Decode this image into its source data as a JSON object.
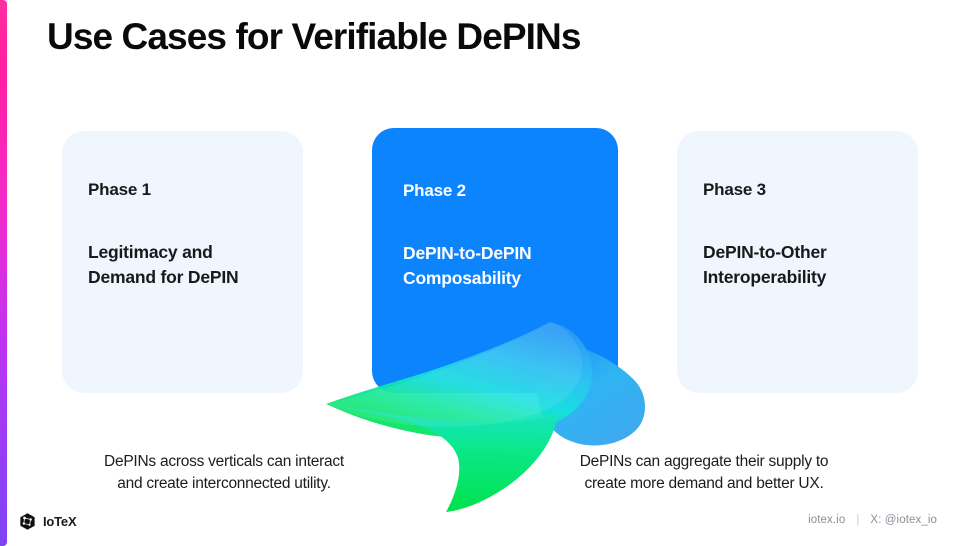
{
  "title": "Use Cases for Verifiable DePINs",
  "accent": {
    "gradient_top": "#FF2EA0",
    "gradient_bottom": "#7C45F2"
  },
  "cards": [
    {
      "phase": "Phase 1",
      "body": "Legitimacy and\nDemand for DePIN",
      "bg": "#F0F6FD",
      "text_color": "#18191B"
    },
    {
      "phase": "Phase 2",
      "body": "DePIN-to-DePIN\nComposability",
      "bg": "#0B84FE",
      "text_color": "#FFFFFF"
    },
    {
      "phase": "Phase 3",
      "body": "DePIN-to-Other\nInteroperability",
      "bg": "#F0F6FD",
      "text_color": "#18191B"
    }
  ],
  "captions": {
    "left": "DePINs across verticals can interact\nand create interconnected utility.",
    "right": "DePINs can aggregate their supply to\ncreate more demand and better UX."
  },
  "artwork": {
    "name": "flowing-ribbon-wave",
    "colors": [
      "#0B84FE",
      "#2FA8F5",
      "#19D8F2",
      "#14E8C8",
      "#05E25A",
      "#00E24D"
    ]
  },
  "footer": {
    "brand": "IoTeX",
    "website": "iotex.io",
    "separator": "|",
    "social": "X: @iotex_io"
  }
}
